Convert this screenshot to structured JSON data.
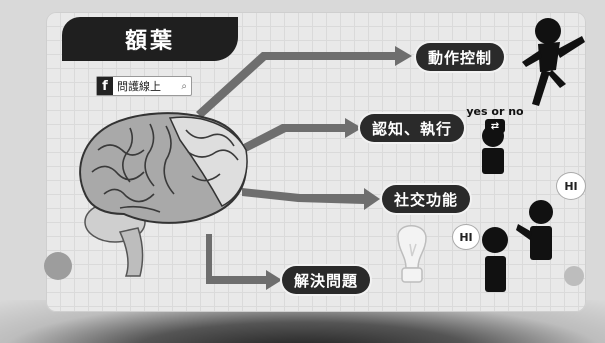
{
  "title": "額葉",
  "badge": {
    "label": "問護線上",
    "icon": "f"
  },
  "functions": [
    {
      "label": "動作控制"
    },
    {
      "label": "認知、執行"
    },
    {
      "label": "社交功能"
    },
    {
      "label": "解決問題"
    }
  ],
  "bubbles": {
    "yes_or_no": "yes or no",
    "hi_1": "HI",
    "hi_2": "HI"
  }
}
